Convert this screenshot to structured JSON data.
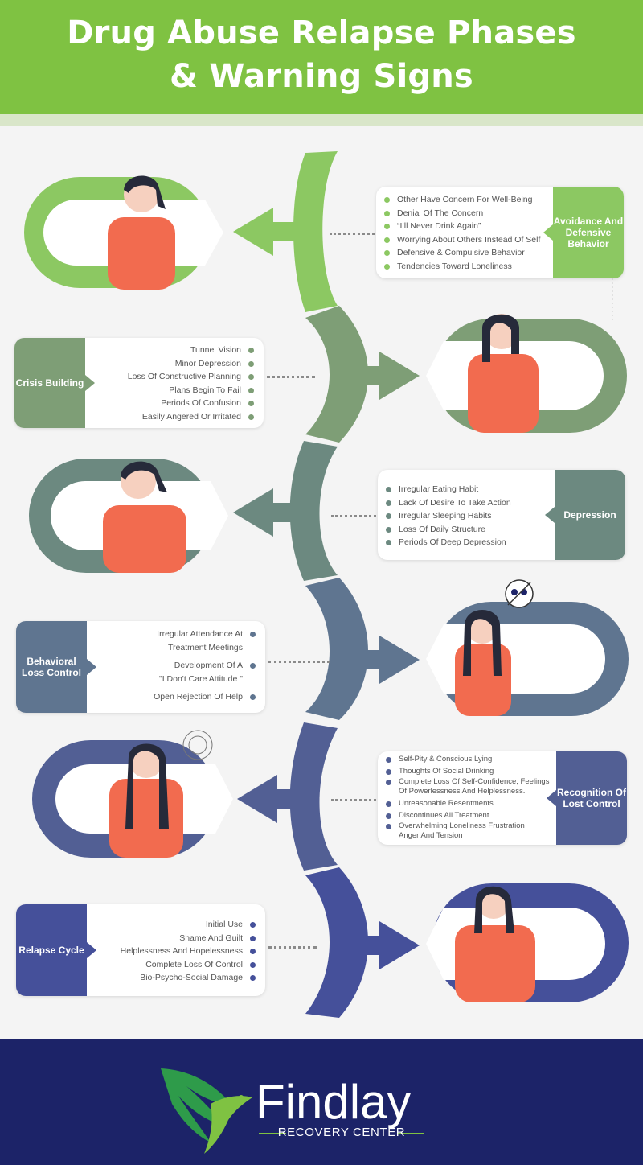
{
  "title": {
    "line1": "Drug Abuse Relapse Phases",
    "line2": "& Warning Signs"
  },
  "colors": {
    "header": "#7fc242",
    "footer": "#1c2368"
  },
  "phases": [
    {
      "name": "Avoidance And Defensive Behavior",
      "color": "#8cc862",
      "signs": [
        "Other Have Concern For Well-Being",
        "Denial Of The Concern",
        "“I’ll Never Drink Again”",
        "Worrying About Others Instead Of Self",
        "Defensive & Compulsive Behavior",
        "Tendencies Toward Loneliness"
      ]
    },
    {
      "name": "Crisis Building",
      "color": "#7e9e76",
      "signs": [
        "Tunnel Vision",
        "Minor Depression",
        "Loss Of Constructive Planning",
        "Plans Begin To Fail",
        "Periods Of Confusion",
        "Easily Angered Or Irritated"
      ]
    },
    {
      "name": "Depression",
      "color": "#6c8980",
      "signs": [
        "Irregular Eating Habit",
        "Lack Of Desire To Take Action",
        "Irregular Sleeping Habits",
        "Loss Of Daily Structure",
        "Periods Of Deep Depression"
      ]
    },
    {
      "name": "Behavioral Loss Control",
      "color": "#5f7590",
      "signs": [
        "Irregular Attendance At",
        "Treatment Meetings",
        "Development Of A",
        "\"I Don't Care Attitude \"",
        "Open Rejection Of Help"
      ]
    },
    {
      "name": "Recognition Of Lost Control",
      "color": "#525f94",
      "signs": [
        "Self-Pity & Conscious Lying",
        "Thoughts Of Social Drinking",
        "Complete Loss Of Self-Confidence, Feelings",
        "Of Powerlessness And Helplessness.",
        "Unreasonable Resentments",
        "Discontinues All Treatment",
        "Overwhelming Loneliness Frustration",
        "Anger And Tension"
      ]
    },
    {
      "name": "Relapse Cycle",
      "color": "#45509a",
      "signs": [
        "Initial Use",
        "Shame And Guilt",
        "Helplessness And Hopelessness",
        "Complete Loss Of Control",
        "Bio-Psycho-Social Damage"
      ]
    }
  ],
  "logo": {
    "name": "Findlay",
    "tagline": "RECOVERY CENTER"
  }
}
